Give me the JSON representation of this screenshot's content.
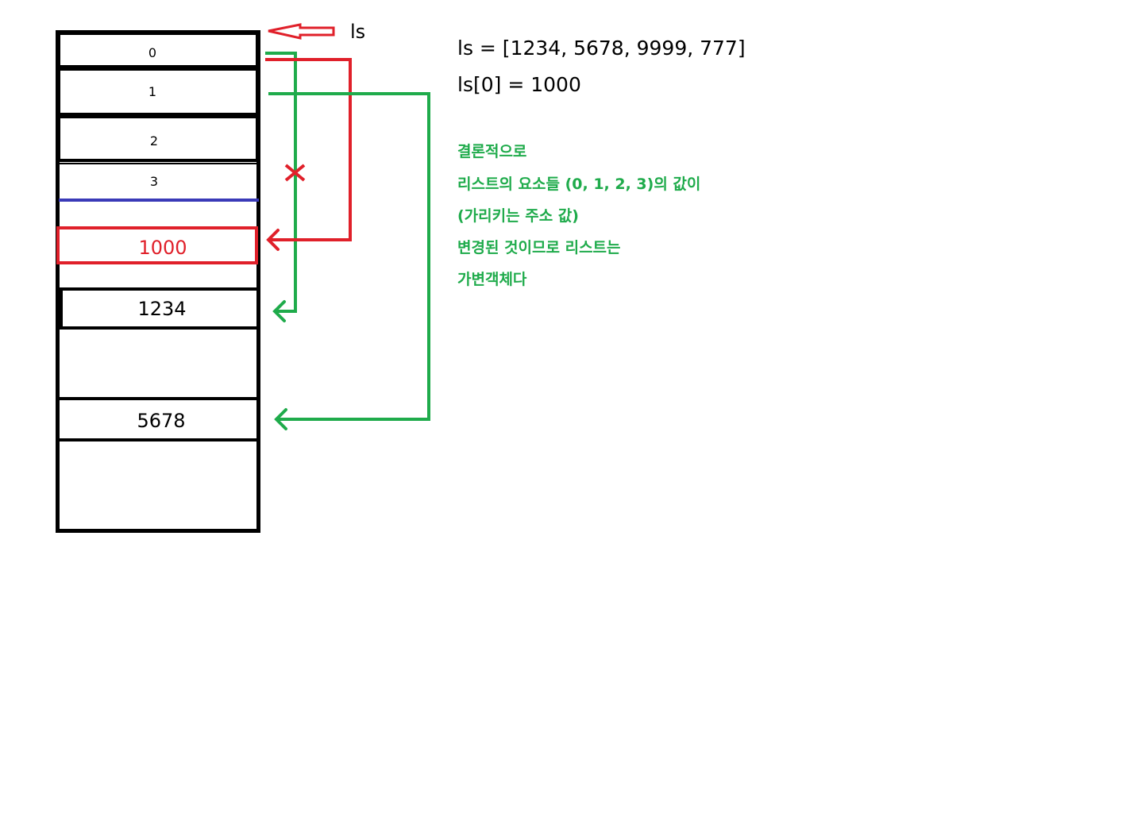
{
  "variable_label": "ls",
  "list_slots": [
    {
      "index": "0"
    },
    {
      "index": "1"
    },
    {
      "index": "2"
    },
    {
      "index": "3"
    }
  ],
  "memory_values": {
    "new_value": "1000",
    "first_value": "1234",
    "second_value": "5678"
  },
  "code_lines": [
    "ls = [1234, 5678, 9999, 777]",
    "ls[0] = 1000"
  ],
  "conclusion_lines": [
    "결론적으로",
    "리스트의 요소들 (0, 1, 2, 3)의 값이",
    "(가리키는 주소 값)",
    "변경된 것이므로 리스트는",
    "가변객체다"
  ],
  "colors": {
    "outline": "#000000",
    "old_reference": "#1fab4b",
    "new_reference": "#e0202a",
    "separator": "#3a3ab8"
  }
}
